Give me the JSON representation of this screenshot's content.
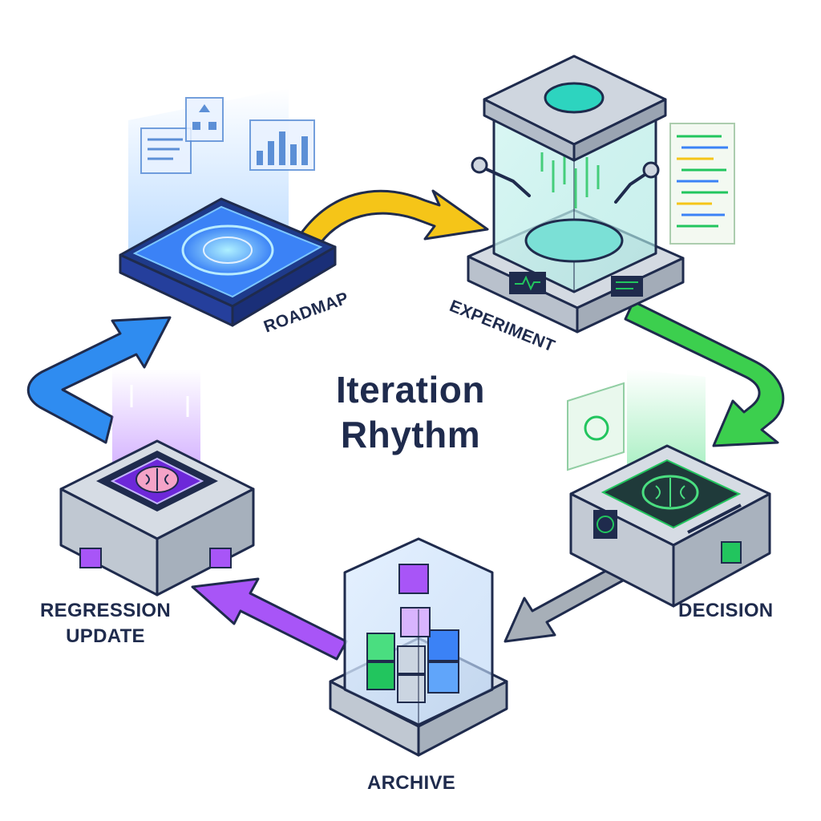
{
  "title": {
    "line1": "Iteration",
    "line2": "Rhythm"
  },
  "stages": {
    "roadmap": "ROADMAP",
    "experiment": "EXPERIMENT",
    "decision": "DECISION",
    "archive": "ARCHIVE",
    "regression_line1": "REGRESSION",
    "regression_line2": "UPDATE"
  },
  "colors": {
    "ink": "#1f2b4d",
    "roadmap_blue": "#3b82f6",
    "experiment_teal": "#2dd4bf",
    "decision_green": "#22c55e",
    "archive_glass": "#93c5fd",
    "regression_purple": "#a855f7",
    "arrow_yellow": "#f5c518",
    "arrow_green": "#3ccf4e",
    "arrow_gray": "#9aa3ad",
    "arrow_purple": "#a855f7",
    "arrow_blue": "#2f8cf0"
  }
}
